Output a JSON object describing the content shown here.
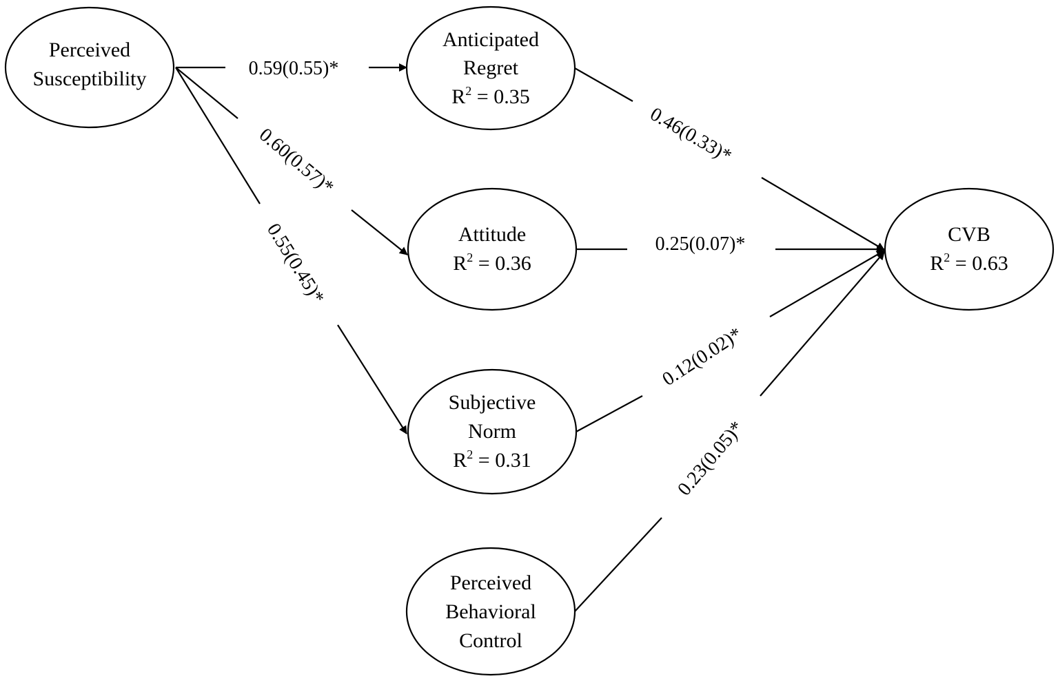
{
  "nodes": {
    "perceived_susceptibility": {
      "lines": [
        "Perceived",
        "Susceptibility"
      ]
    },
    "anticipated_regret": {
      "lines": [
        "Anticipated",
        "Regret"
      ],
      "r2": "0.35"
    },
    "attitude": {
      "lines": [
        "Attitude"
      ],
      "r2": "0.36"
    },
    "subjective_norm": {
      "lines": [
        "Subjective",
        "Norm"
      ],
      "r2": "0.31"
    },
    "perceived_behavioral_control": {
      "lines": [
        "Perceived",
        "Behavioral",
        "Control"
      ]
    },
    "cvb": {
      "lines": [
        "CVB"
      ],
      "r2": "0.63"
    }
  },
  "r2_label": {
    "base": "R",
    "sup": "2",
    "eq": " = "
  },
  "edges": {
    "ps_to_ar": "0.59(0.55)*",
    "ps_to_att": "0.60(0.57)*",
    "ps_to_sn": "0.55(0.45)*",
    "ar_to_cvb": "0.46(0.33)*",
    "att_to_cvb": "0.25(0.07)*",
    "sn_to_cvb": "0.12(0.02)*",
    "pbc_to_cvb": "0.23(0.05)*"
  }
}
